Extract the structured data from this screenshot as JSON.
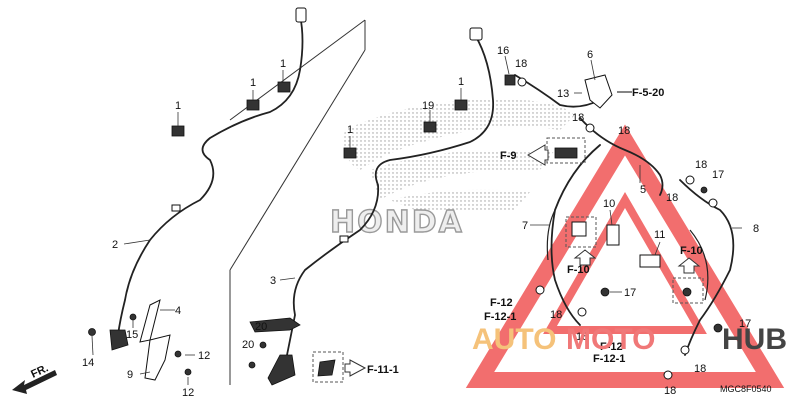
{
  "callouts": {
    "n1a": "1",
    "n1b": "1",
    "n1c": "1",
    "n1d": "1",
    "n1e": "1",
    "n2": "2",
    "n3": "3",
    "n4": "4",
    "n5": "5",
    "n6": "6",
    "n7": "7",
    "n8": "8",
    "n9": "9",
    "n10": "10",
    "n11": "11",
    "n12a": "12",
    "n12b": "12",
    "n13": "13",
    "n14": "14",
    "n15": "15",
    "n16": "16",
    "n17a": "17",
    "n17b": "17",
    "n17c": "17",
    "n18a": "18",
    "n18b": "18",
    "n18c": "18",
    "n18d": "18",
    "n18e": "18",
    "n18f": "18",
    "n18g": "18",
    "n18h": "18",
    "n19": "19",
    "n20a": "20",
    "n20b": "20"
  },
  "refs": {
    "f5_20": "F-5-20",
    "f9": "F-9",
    "f10a": "F-10",
    "f10b": "F-10",
    "f11_1": "F-11-1",
    "f12a": "F-12",
    "f12_1a": "F-12-1",
    "f12b": "F-12",
    "f12_1b": "F-12-1"
  },
  "front_label": "FR.",
  "diagram_code": "MGC8F0540",
  "brand_text": "HONDA",
  "watermark": {
    "text_a": "AUTO",
    "text_b": "MOTO",
    "text_c": "HUB",
    "color_a": "#f5c27a",
    "color_b": "#f07878",
    "color_c": "#444444",
    "triangle_color": "#f05555"
  }
}
